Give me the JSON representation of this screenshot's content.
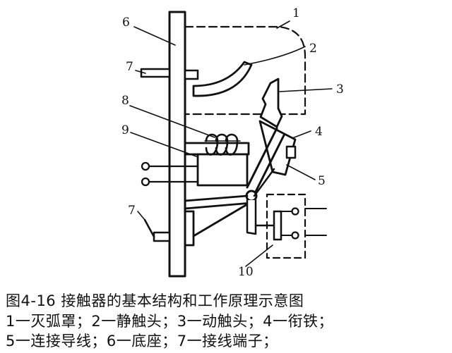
{
  "diagram": {
    "labels": {
      "l1": "1",
      "l2": "2",
      "l3": "3",
      "l4": "4",
      "l5": "5",
      "l6": "6",
      "l7a": "7",
      "l7b": "7",
      "l8": "8",
      "l9": "9",
      "l10": "10"
    }
  },
  "caption": {
    "title": "图4-16   接触器的基本结构和工作原理示意图",
    "line1": "1一灭弧罩；2一静触头；3一动触头；4一衔铁；",
    "line2": "5一连接导线；6一底座；7一接线端子；"
  }
}
